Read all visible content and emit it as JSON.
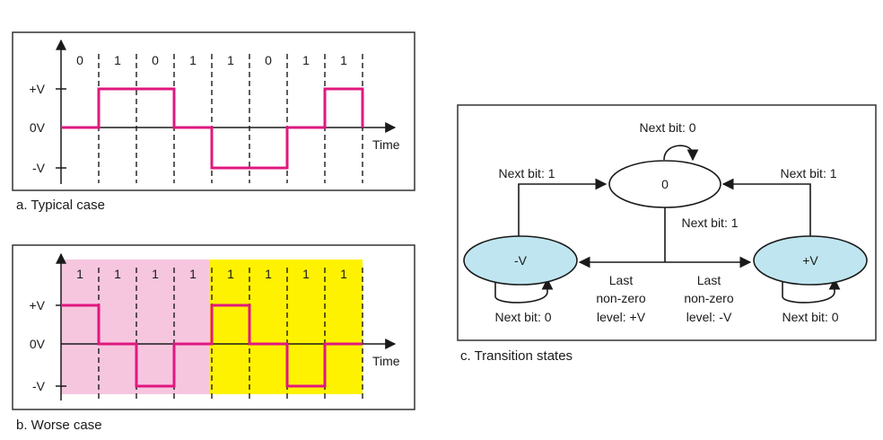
{
  "colors": {
    "signal": "#e0187f",
    "pink_fill": "#f6c6df",
    "yellow_fill": "#fff200",
    "state_fill": "#bfe6f0",
    "frame": "#333333"
  },
  "panel_a": {
    "caption": "a. Typical case",
    "bits": [
      "0",
      "1",
      "0",
      "1",
      "1",
      "0",
      "1",
      "1"
    ],
    "levels": [
      0,
      1,
      1,
      0,
      -1,
      -1,
      0,
      1
    ],
    "y_labels": {
      "pos": "+V",
      "zero": "0V",
      "neg": "-V"
    },
    "x_label": "Time"
  },
  "panel_b": {
    "caption": "b. Worse case",
    "bits": [
      "1",
      "1",
      "1",
      "1",
      "1",
      "1",
      "1",
      "1"
    ],
    "levels": [
      1,
      0,
      -1,
      0,
      1,
      0,
      -1,
      0
    ],
    "y_labels": {
      "pos": "+V",
      "zero": "0V",
      "neg": "-V"
    },
    "x_label": "Time"
  },
  "panel_c": {
    "caption": "c. Transition states",
    "states": {
      "zero": "0",
      "neg": "-V",
      "pos": "+V"
    },
    "transitions": {
      "zero_self": "Next bit: 0",
      "neg_to_zero": "Next bit: 1",
      "pos_to_zero": "Next bit: 1",
      "zero_down": "Next bit: 1",
      "neg_self": "Next bit: 0",
      "pos_self": "Next bit: 0",
      "to_neg": [
        "Last",
        "non-zero",
        "level: +V"
      ],
      "to_pos": [
        "Last",
        "non-zero",
        "level: -V"
      ]
    }
  }
}
